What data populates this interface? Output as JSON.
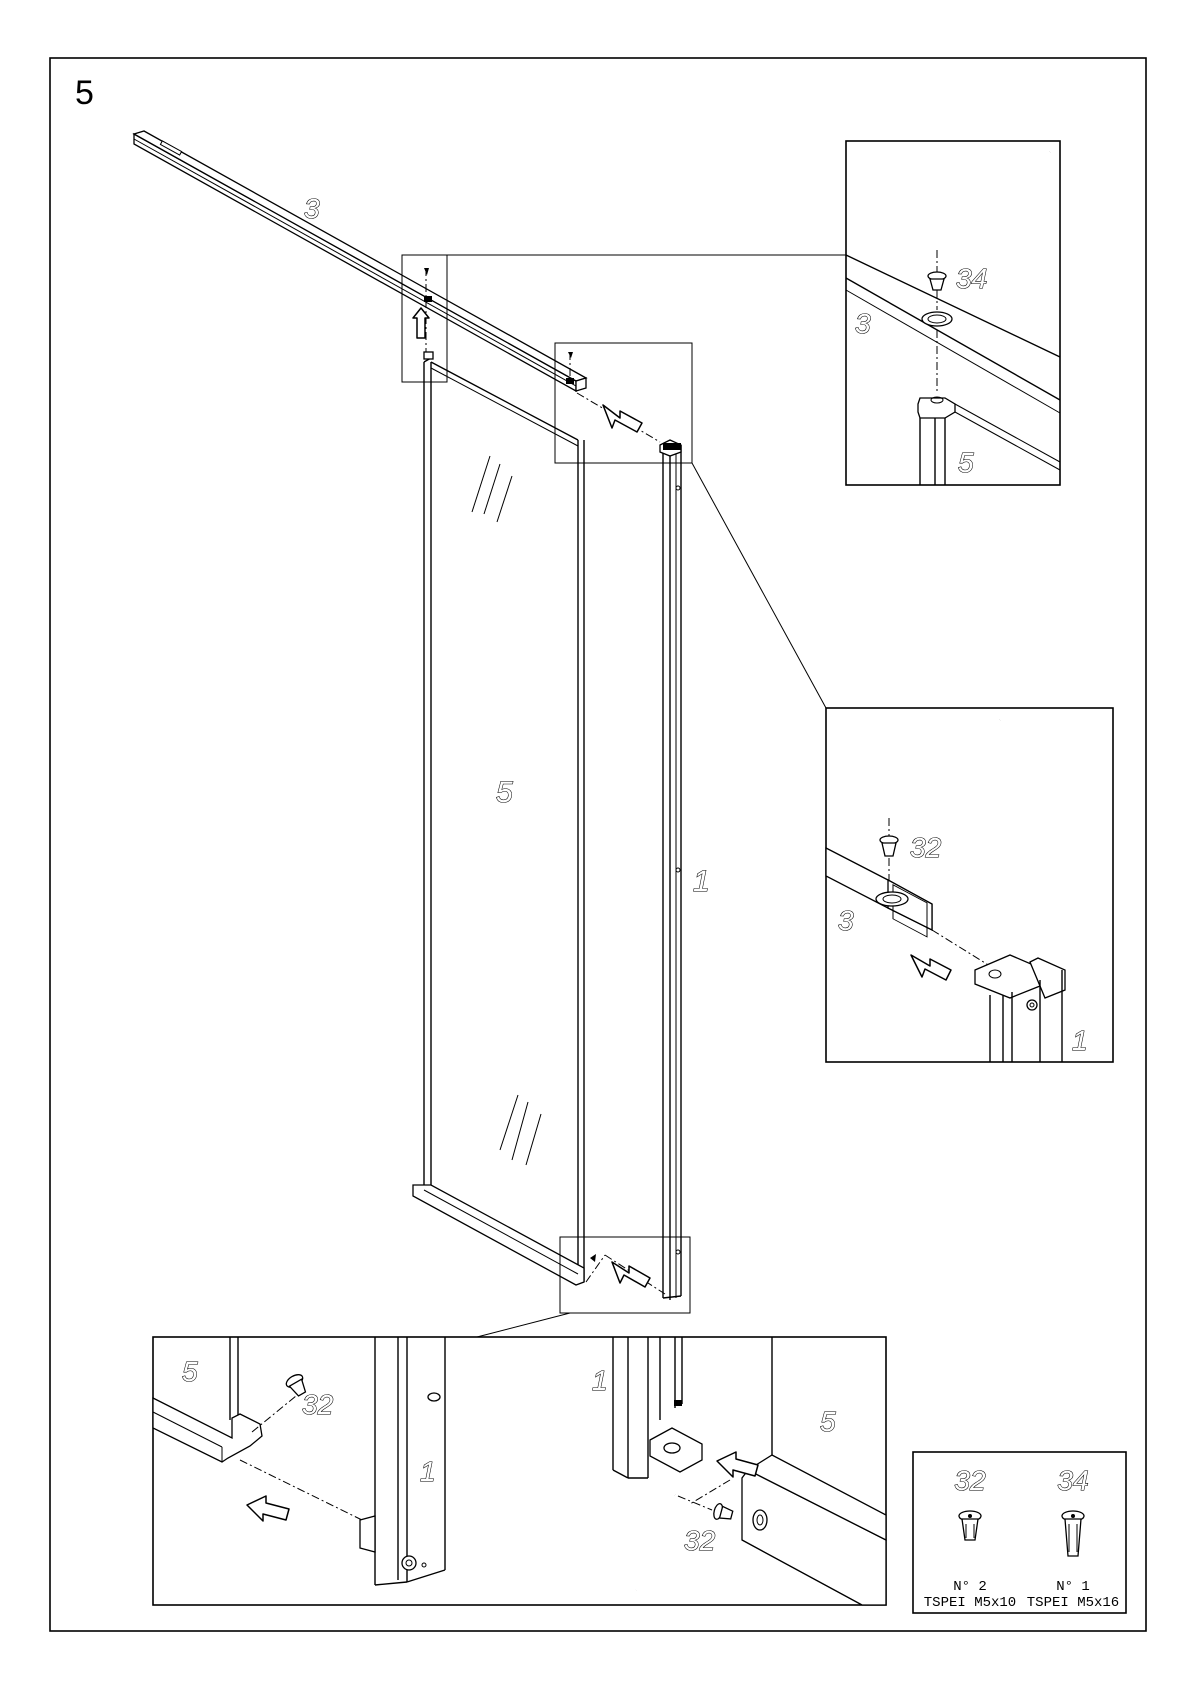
{
  "step_number": "5",
  "main": {
    "label_rail": "3",
    "label_glass": "5",
    "label_profile": "1"
  },
  "detail_top": {
    "label_screw": "34",
    "label_rail": "3",
    "label_glass": "5"
  },
  "detail_right": {
    "label_screw": "32",
    "label_rail": "3",
    "label_profile": "1"
  },
  "detail_bottom": {
    "label_glass_left": "5",
    "label_screw_left": "32",
    "label_profile_left": "1",
    "label_profile_right": "1",
    "label_glass_right": "5",
    "label_screw_right": "32"
  },
  "parts_legend": {
    "items": [
      {
        "number": "32",
        "quantity": "N° 2",
        "spec": "TSPEI M5x10"
      },
      {
        "number": "34",
        "quantity": "N° 1",
        "spec": "TSPEI M5x16"
      }
    ]
  }
}
